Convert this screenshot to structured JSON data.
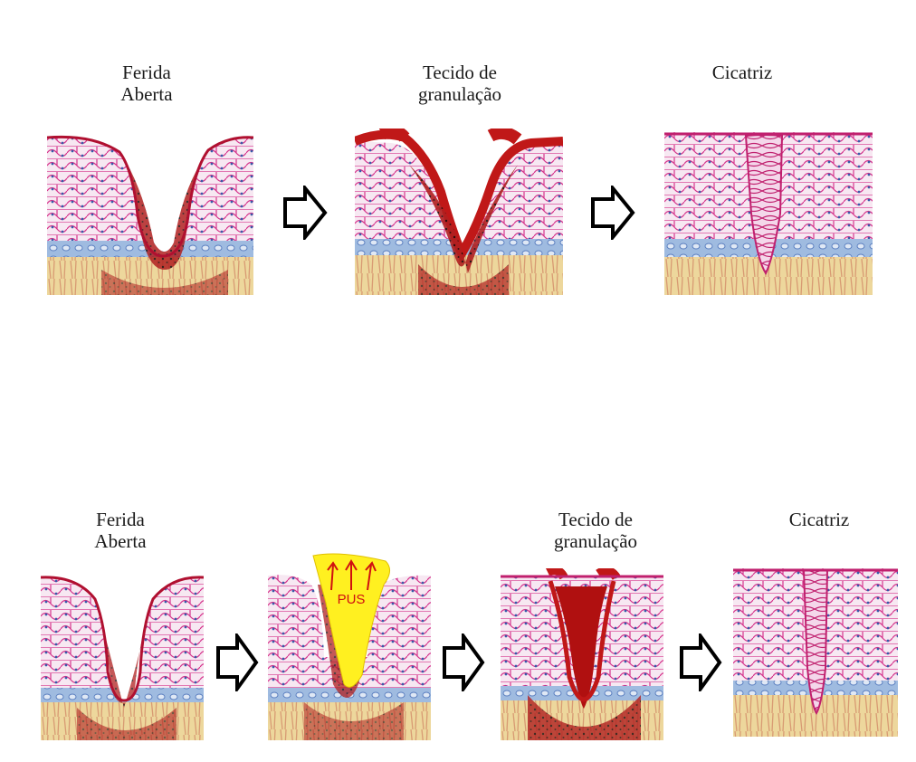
{
  "rows": [
    {
      "name": "primary-intention",
      "stages": [
        {
          "line1": "Ferida",
          "line2": "Aberta"
        },
        {
          "line1": "Tecido de",
          "line2": "granulação"
        },
        {
          "line1": "Cicatriz",
          "line2": ""
        }
      ]
    },
    {
      "name": "secondary-intention",
      "stages": [
        {
          "line1": "Ferida",
          "line2": "Aberta"
        },
        {
          "line1": "",
          "line2": ""
        },
        {
          "line1": "Tecido de",
          "line2": "granulação"
        },
        {
          "line1": "Cicatriz",
          "line2": ""
        }
      ]
    }
  ],
  "pus_label": "PUS",
  "colors": {
    "epidermis_pink": "#e0409a",
    "tissue_red": "#b81818",
    "basal_blue": "#8fb0d8",
    "dermis_tan": "#e8cf90",
    "pus_yellow": "#fff020"
  }
}
